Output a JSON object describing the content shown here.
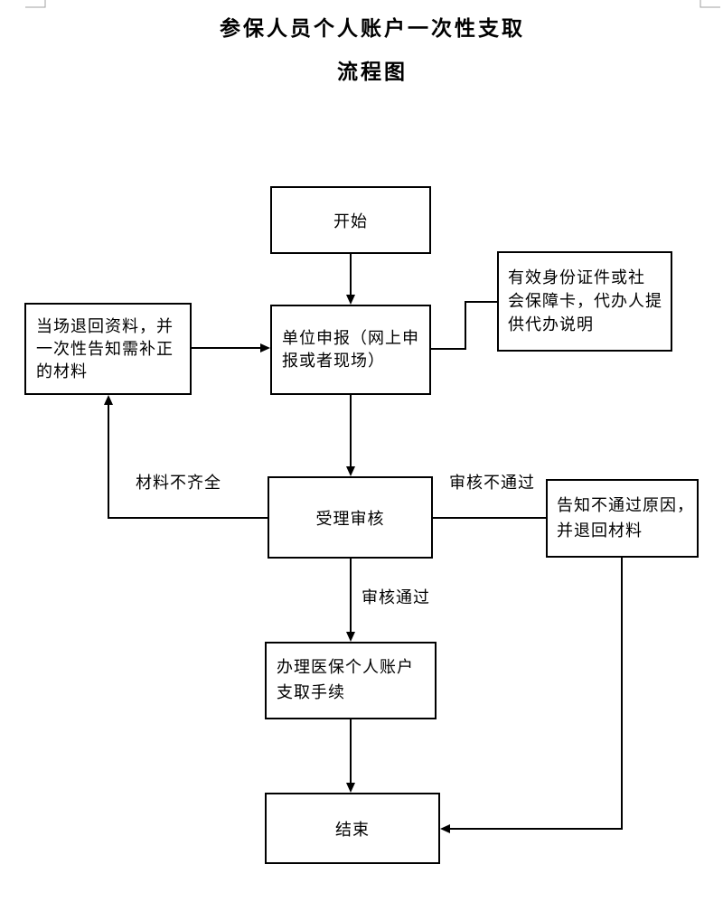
{
  "title": {
    "line1": "参保人员个人账户一次性支取",
    "line2": "流程图"
  },
  "nodes": {
    "start": {
      "lines": [
        "开始"
      ]
    },
    "apply": {
      "lines": [
        "单位申报（网上申",
        "报或者现场）"
      ]
    },
    "return_materials": {
      "lines": [
        "当场退回资料，并",
        "一次性告知需补正",
        "的材料"
      ]
    },
    "documents": {
      "lines": [
        "有效身份证件或社",
        "会保障卡，代办人提",
        "供代办说明"
      ]
    },
    "review": {
      "lines": [
        "受理审核"
      ]
    },
    "reject_notice": {
      "lines": [
        "告知不通过原因，",
        "并退回材料"
      ]
    },
    "process": {
      "lines": [
        "办理医保个人账户",
        "支取手续"
      ]
    },
    "end": {
      "lines": [
        "结束"
      ]
    }
  },
  "edge_labels": {
    "incomplete": "材料不齐全",
    "rejected": "审核不通过",
    "approved": "审核通过"
  },
  "colors": {
    "stroke": "#000000",
    "text": "#000000",
    "background": "#ffffff"
  }
}
